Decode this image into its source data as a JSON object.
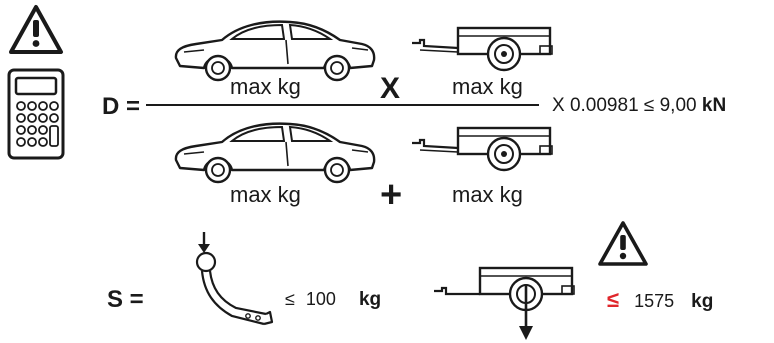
{
  "formula_d": {
    "lhs": "D =",
    "car_top_label": "max kg",
    "operator_multiply": "X",
    "trailer_top_label": "max kg",
    "car_bottom_label": "max kg",
    "operator_plus": "+",
    "trailer_bottom_label": "max kg",
    "factor_text": "X 0.00981 ≤ 9,00",
    "unit": "kN"
  },
  "formula_s": {
    "lhs": "S =",
    "coupling_leq": "≤",
    "coupling_value": "100",
    "coupling_unit": "kg",
    "trailer_leq": "≤",
    "trailer_value": "1575",
    "trailer_unit": "kg"
  },
  "colors": {
    "ink": "#1a1a1a",
    "accent_red": "#e0262b"
  },
  "icons": [
    "warning-icon",
    "calculator-icon",
    "car-icon",
    "trailer-icon",
    "tow-ball-icon",
    "down-arrow-icon"
  ]
}
